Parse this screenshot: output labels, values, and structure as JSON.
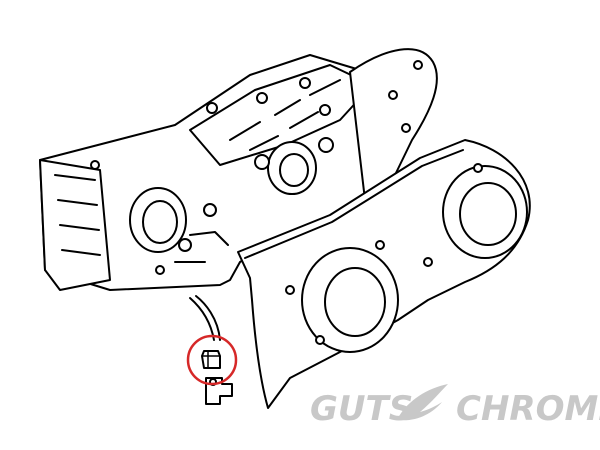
{
  "diagram": {
    "subject": "engine-crankcase-with-primary-cover",
    "highlight": {
      "part": "fitting",
      "marker_color": "#d62828"
    }
  },
  "watermark": {
    "left_text": "GUTS",
    "right_text": "CHROME",
    "emblem": "feather-icon",
    "color": "#c8c8c8"
  },
  "colors": {
    "line": "#000000",
    "background": "#ffffff"
  }
}
